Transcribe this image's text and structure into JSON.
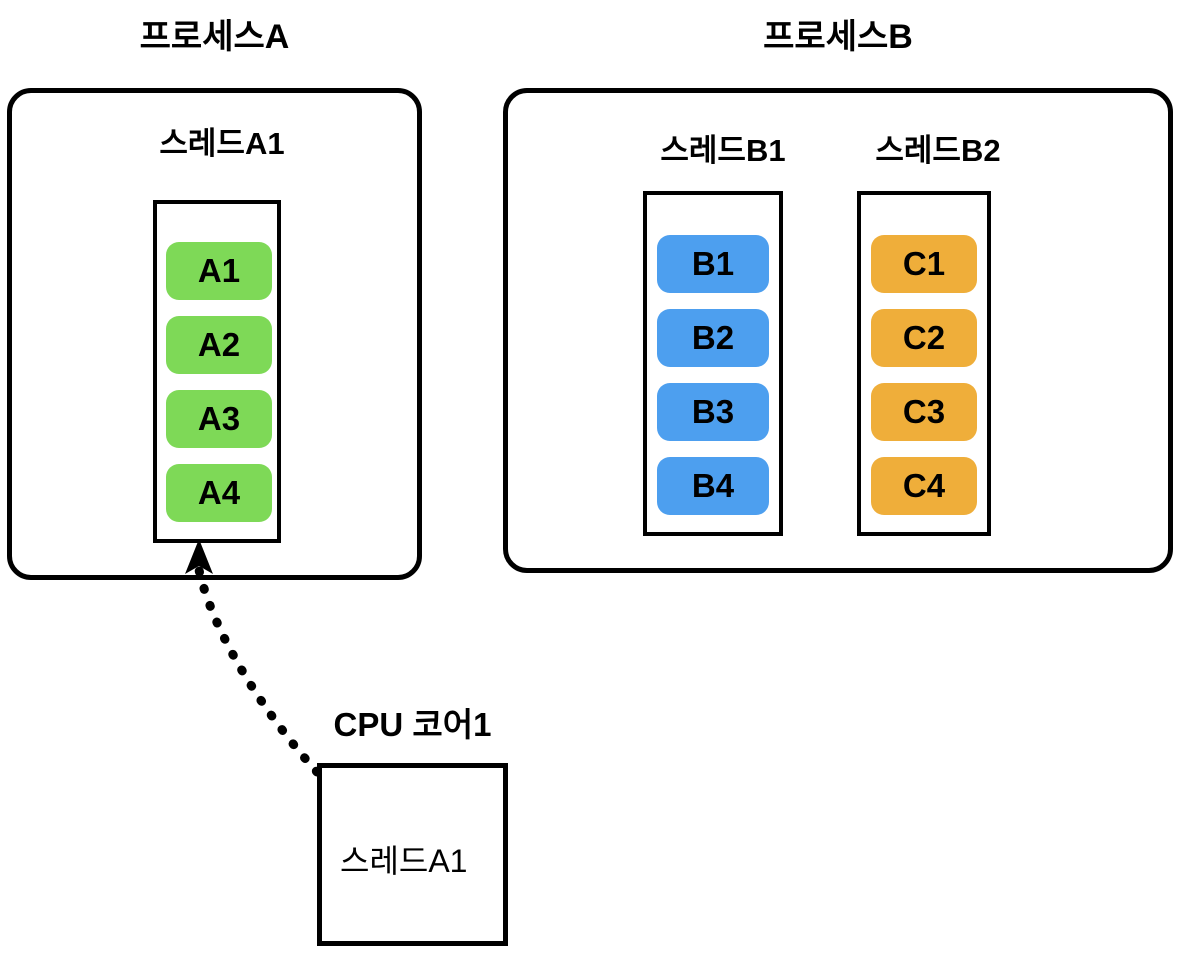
{
  "diagram": {
    "title_process_a": "프로세스A",
    "title_process_b": "프로세스B",
    "colors": {
      "thread_a1_pill": "#7ED957",
      "thread_b1_pill": "#4D9FEF",
      "thread_b2_pill": "#EFAE3A",
      "stroke": "#000000",
      "background": "#FFFFFF"
    },
    "processes": [
      {
        "name": "프로세스A",
        "threads": [
          {
            "label": "스레드A1",
            "color": "#7ED957",
            "tasks": [
              "A1",
              "A2",
              "A3",
              "A4"
            ]
          }
        ]
      },
      {
        "name": "프로세스B",
        "threads": [
          {
            "label": "스레드B1",
            "color": "#4D9FEF",
            "tasks": [
              "B1",
              "B2",
              "B3",
              "B4"
            ]
          },
          {
            "label": "스레드B2",
            "color": "#EFAE3A",
            "tasks": [
              "C1",
              "C2",
              "C3",
              "C4"
            ]
          }
        ]
      }
    ],
    "cpu": {
      "title": "CPU 코어1",
      "running_thread": "스레드A1"
    },
    "connector": {
      "kind": "dotted-arrow",
      "from": "CPU 코어1",
      "to": "스레드A1",
      "direction": "up"
    }
  }
}
